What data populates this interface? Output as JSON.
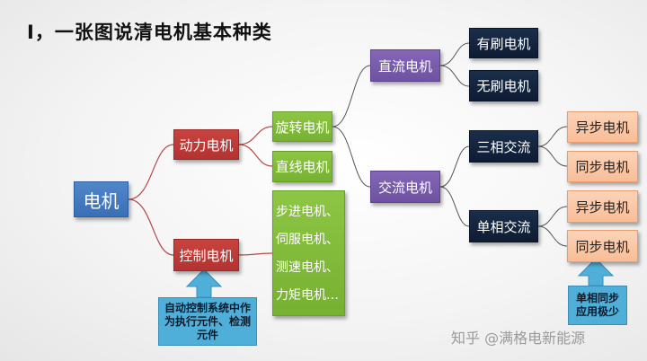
{
  "title": "I，一张图说清电机基本种类",
  "nodes": {
    "root": "电机",
    "power": "动力电机",
    "control": "控制电机",
    "rotary": "旋转电机",
    "linear": "直线电机",
    "dc": "直流电机",
    "ac": "交流电机",
    "brushed": "有刷电机",
    "brushless": "无刷电机",
    "three_phase": "三相交流",
    "single_phase": "单相交流",
    "async_1": "异步电机",
    "sync_1": "同步电机",
    "async_2": "异步电机",
    "sync_2": "同步电机"
  },
  "control_types": [
    "步进电机、",
    "伺服电机、",
    "测速电机、",
    "力矩电机…"
  ],
  "callouts": {
    "control_note": "自动控制系统中作为执行元件、检测元件",
    "single_note": "单相同步应用极少"
  },
  "watermark": "知乎 @满格电新能源",
  "colors": {
    "root": "#3a6fb6",
    "level1": "#b33330",
    "level2": "#77b131",
    "current_type": "#6e52a1",
    "sub_type": "#0e1c33",
    "leaf": "#f9bd97",
    "callout": "#4fafd9",
    "connector": "#b54a4a"
  }
}
